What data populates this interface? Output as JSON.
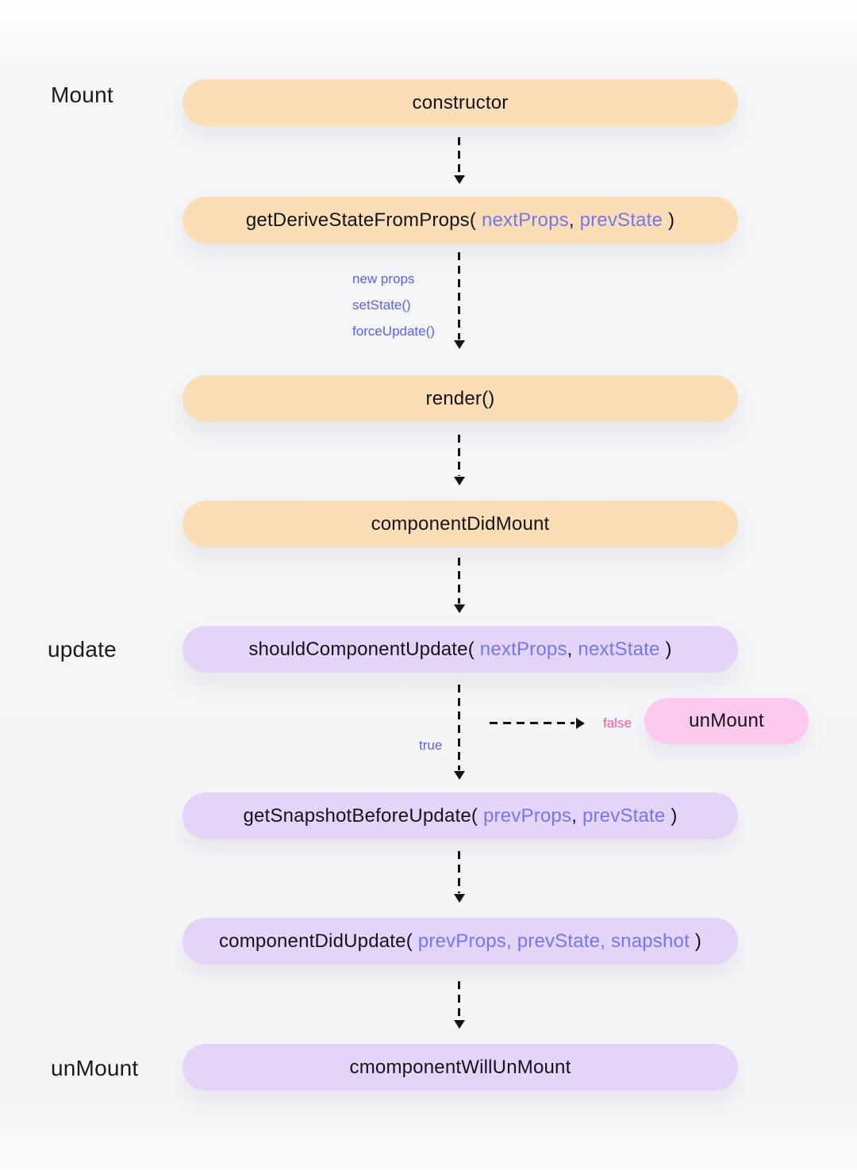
{
  "diagram": {
    "title_domain": "React class component lifecycle flow",
    "section_labels": {
      "mount": "Mount",
      "update": "update",
      "unmount": "unMount"
    },
    "pills": {
      "constructor": {
        "text": "constructor"
      },
      "get_derive_state_from_props": {
        "fn": "getDeriveStateFromProps( ",
        "p1": "nextProps",
        "sep": ", ",
        "p2": "prevState",
        "close": " )"
      },
      "render": {
        "text": "render()"
      },
      "component_did_mount": {
        "text": "componentDidMount"
      },
      "should_component_update": {
        "fn": "shouldComponentUpdate( ",
        "p1": "nextProps",
        "sep": ", ",
        "p2": "nextState",
        "close": " )"
      },
      "unmount_pill": {
        "text": "unMount"
      },
      "get_snapshot_before_update": {
        "fn": "getSnapshotBeforeUpdate( ",
        "p1": "prevProps",
        "sep": ", ",
        "p2": "prevState",
        "close": " )"
      },
      "component_did_update": {
        "fn": "componentDidUpdate( ",
        "params": "prevProps, prevState, snapshot",
        "close": " )"
      },
      "component_will_unmount": {
        "text": "cmomponentWillUnMount"
      }
    },
    "annotations": {
      "new_props": "new props",
      "set_state": "setState()",
      "force_update": "forceUpdate()",
      "true_label": "true",
      "false_label": "false"
    },
    "colors": {
      "mount_pill_bg": "#fbddb6",
      "update_pill_bg": "#e4d4fa",
      "unmount_pill_bg": "#fbc9ee",
      "param_text": "#7478ea",
      "annotation_text": "#5d61e6",
      "false_text": "#ef5fa0",
      "arrow": "#141416",
      "label_text": "#1a1a1e"
    }
  }
}
